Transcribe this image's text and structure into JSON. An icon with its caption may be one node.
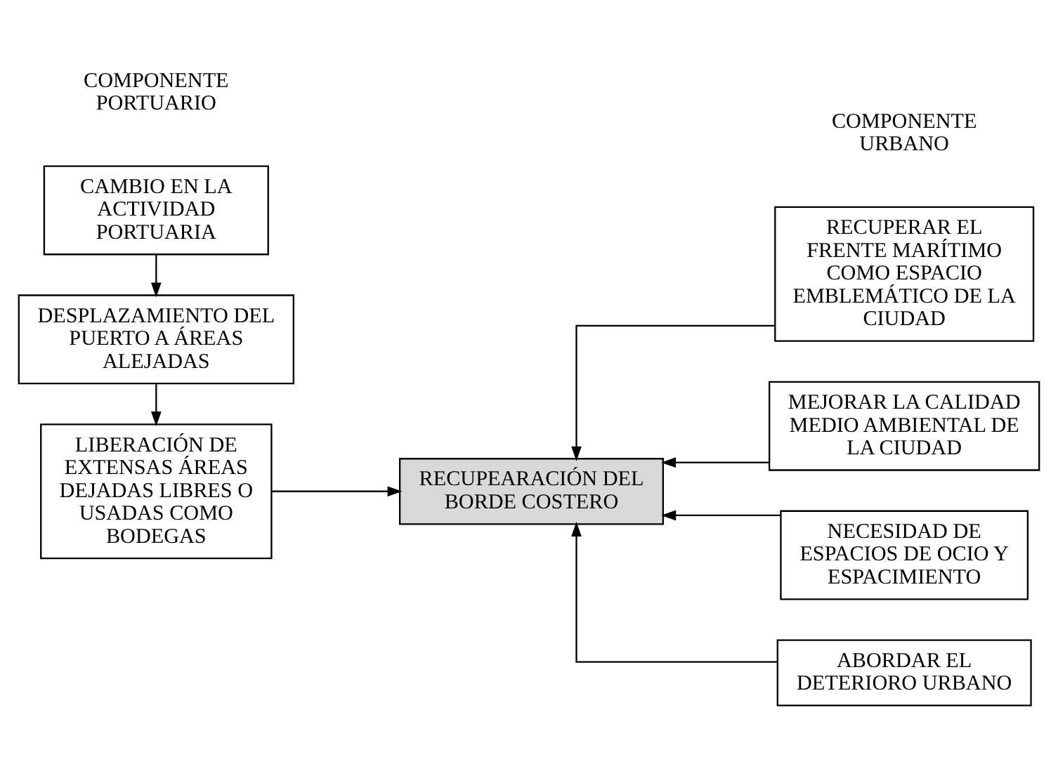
{
  "diagram": {
    "nodes": [
      {
        "text": [
          "CAMBIO EN LA ACTIVIDAD PORTUARIA"
        ]
      },
      {
        "text": [
          "DESPLAZAMIENTO DEL PUERTO A ÁREAS ALEJADAS"
        ]
      },
      {
        "text": [
          "LIBERACIÓN DE EXTENSAS ÁREAS DEJADAS LIBRES O USADAS COMO BODEGAS"
        ]
      },
      {
        "text": [
          "RECUPEARACIÓN DEL BORDE COSTERO"
        ]
      },
      {
        "text": [
          "RECUPERAR EL FRENTE MARÍTIMO COMO ESPACIO EMBLEMÁTICO DE LA CIUDAD"
        ]
      },
      {
        "text": [
          "MEJORAR LA CALIDAD MEDIO AMBIENTAL DE LA CIUDAD"
        ]
      },
      {
        "text": [
          "NECESIDAD DE ESPACIOS DE OCIO Y ESPACIMIENTO"
        ]
      },
      {
        "text": [
          "ABORDAR EL DETERIORO URBANO"
        ]
      }
    ],
    "edges": [
      {
        "from": 0,
        "to": 1,
        "arrow": "to"
      },
      {
        "from": 1,
        "to": 2,
        "arrow": "to"
      },
      {
        "from": 2,
        "to": 3,
        "arrow": "to"
      },
      {
        "from": 4,
        "to": 3,
        "arrow": "to"
      },
      {
        "from": 5,
        "to": 3,
        "arrow": "to"
      },
      {
        "from": 6,
        "to": 3,
        "arrow": "to"
      },
      {
        "from": 7,
        "to": 3,
        "arrow": "to"
      }
    ],
    "labels": [
      "COMPONENTE PORTUARIO",
      "COMPONENTE URBANO"
    ]
  }
}
